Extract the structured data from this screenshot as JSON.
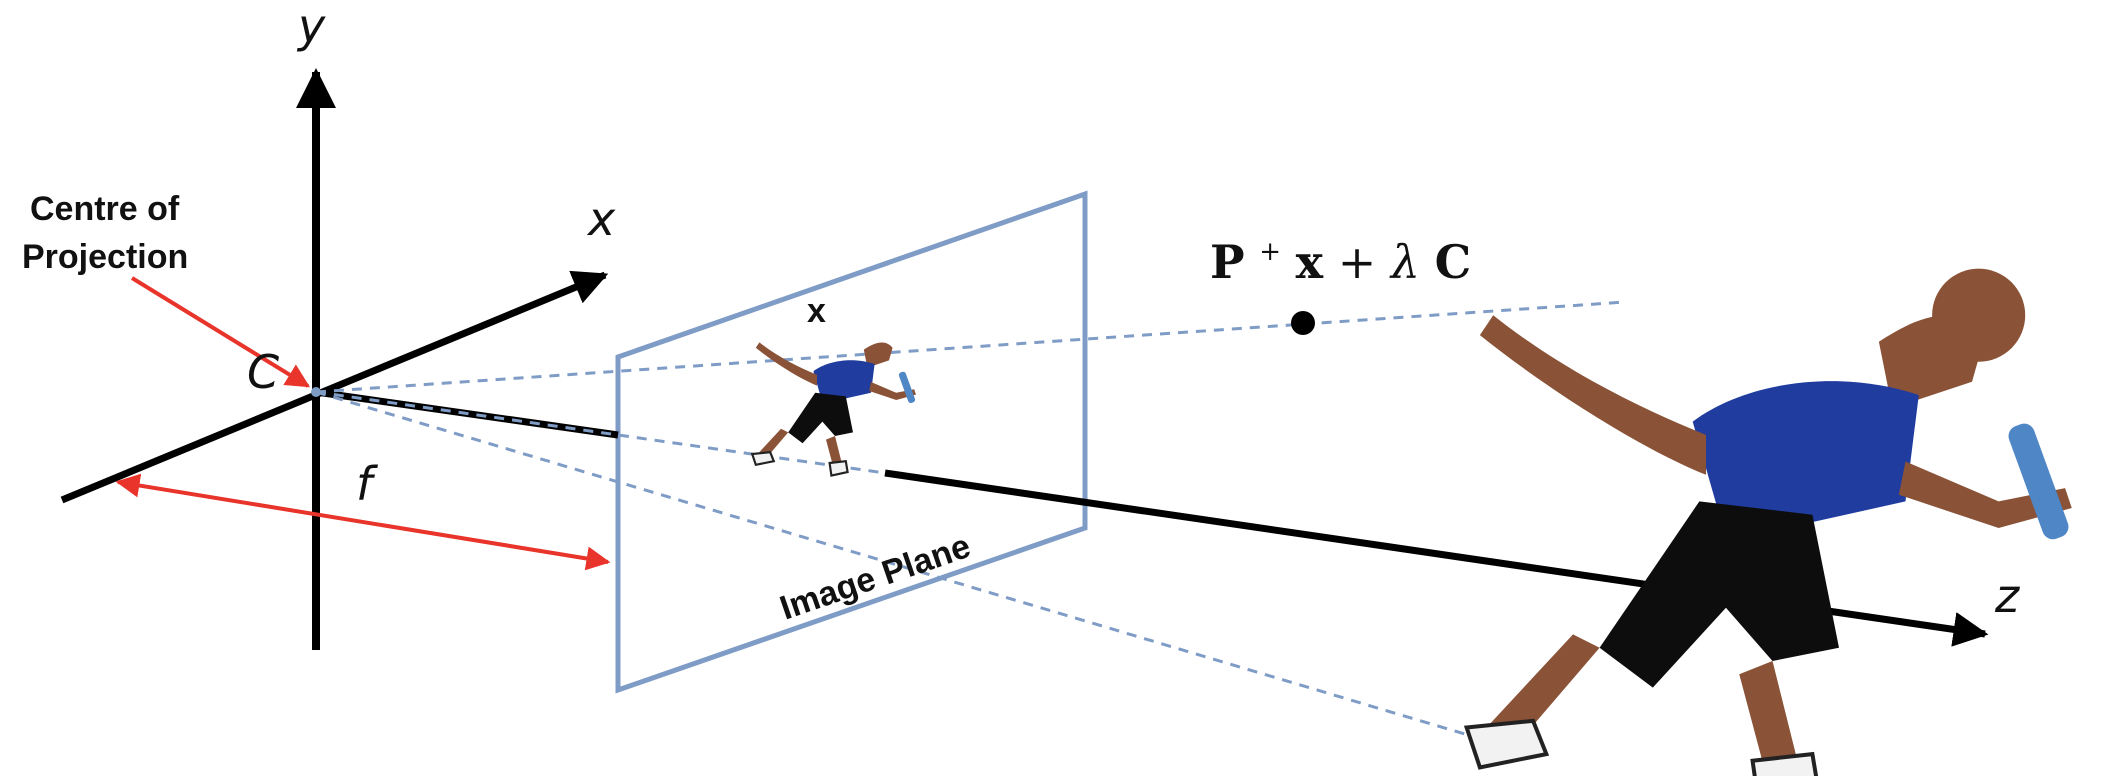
{
  "axes": {
    "y_label": "y",
    "x_label": "x",
    "z_label": "z"
  },
  "labels": {
    "centre_line1": "Centre of",
    "centre_line2": "Projection",
    "camera_centre": "C",
    "focal_length": "f",
    "image_point": "x",
    "image_plane": "Image Plane"
  },
  "back_projection": {
    "P": "P",
    "sup": "+",
    "x": "x",
    "plus": " + ",
    "lambda": "λ",
    "C": "C"
  },
  "colors": {
    "axis": "#000000",
    "arrow_red": "#e8342a",
    "plane": "#7f9cc6",
    "ray": "#7f9cc6",
    "skin": "#8a5236",
    "shirt": "#1f3c9e",
    "shorts": "#0d0d0d",
    "shoe": "#f2f2f2",
    "baton": "#4f86c6"
  },
  "icons": {
    "runner_world": "sprinter-figure",
    "runner_image": "sprinter-figure-small"
  }
}
